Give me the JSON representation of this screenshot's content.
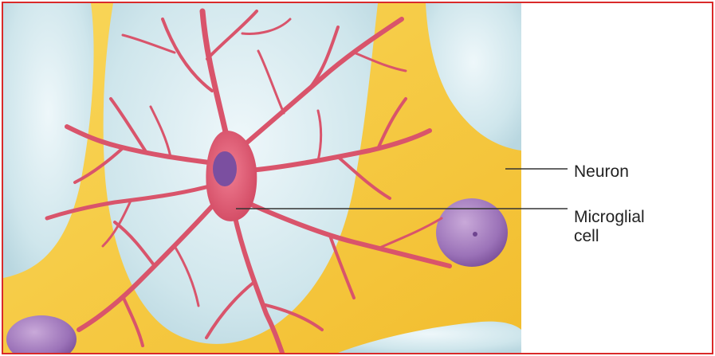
{
  "figure": {
    "labels": {
      "neuron": "Neuron",
      "microglial_line1": "Microglial",
      "microglial_line2": "cell"
    },
    "colors": {
      "frame_border": "#d92a2a",
      "neuron_body": "#f7c93e",
      "extracellular_space": "#cfe6ec",
      "microglia": "#d9546b",
      "nucleus": "#8a5fa8",
      "leader_line": "#333333"
    }
  }
}
